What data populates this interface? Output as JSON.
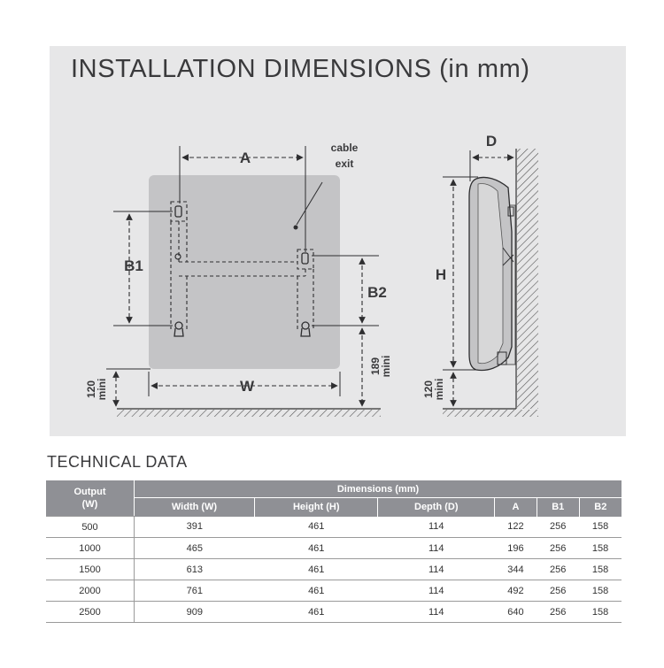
{
  "install": {
    "title": "INSTALLATION DIMENSIONS (in mm)",
    "labels": {
      "a": "A",
      "b1": "B1",
      "b2": "B2",
      "w": "W",
      "d": "D",
      "h": "H",
      "cable_line1": "cable",
      "cable_line2": "exit",
      "mini_120": "120",
      "mini_189": "189",
      "mini_word": "mini"
    }
  },
  "tech": {
    "title": "TECHNICAL DATA",
    "output_header_line1": "Output",
    "output_header_line2": "(W)",
    "dimensions_header": "Dimensions (mm)",
    "sub_headers": [
      "Width (W)",
      "Height (H)",
      "Depth (D)",
      "A",
      "B1",
      "B2"
    ],
    "rows": [
      [
        "500",
        "391",
        "461",
        "114",
        "122",
        "256",
        "158"
      ],
      [
        "1000",
        "465",
        "461",
        "114",
        "196",
        "256",
        "158"
      ],
      [
        "1500",
        "613",
        "461",
        "114",
        "344",
        "256",
        "158"
      ],
      [
        "2000",
        "761",
        "461",
        "114",
        "492",
        "256",
        "158"
      ],
      [
        "2500",
        "909",
        "461",
        "114",
        "640",
        "256",
        "158"
      ]
    ]
  },
  "colors": {
    "panel_bg": "#e7e7e8",
    "heater": "#c4c4c6",
    "header": "#8f9095",
    "ink": "#3a3a3c"
  }
}
